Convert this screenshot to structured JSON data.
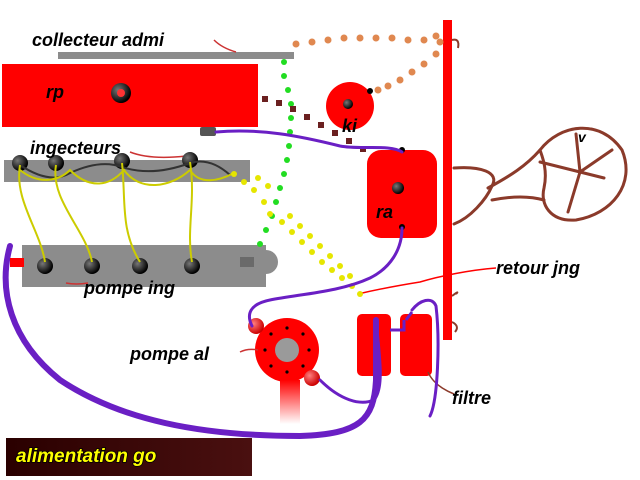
{
  "labels": {
    "collecteur": "collecteur admi",
    "rp": "rp",
    "injecteurs": "ingecteurs",
    "ki": "ki",
    "ra": "ra",
    "v": "v",
    "retour": "retour jng",
    "pompe_ing": "pompe ing",
    "pompe_al": "pompe al",
    "filtre": "filtre",
    "banner": "alimentation  go"
  },
  "colors": {
    "red": "#ff0000",
    "grey": "#8c8c8c",
    "yellow": "#e6e600",
    "green": "#22dd22",
    "purple": "#6a1fc4",
    "brown": "#8b3a2a",
    "banner_bg": "#3a0a0a",
    "banner_text": "#ffff00"
  }
}
